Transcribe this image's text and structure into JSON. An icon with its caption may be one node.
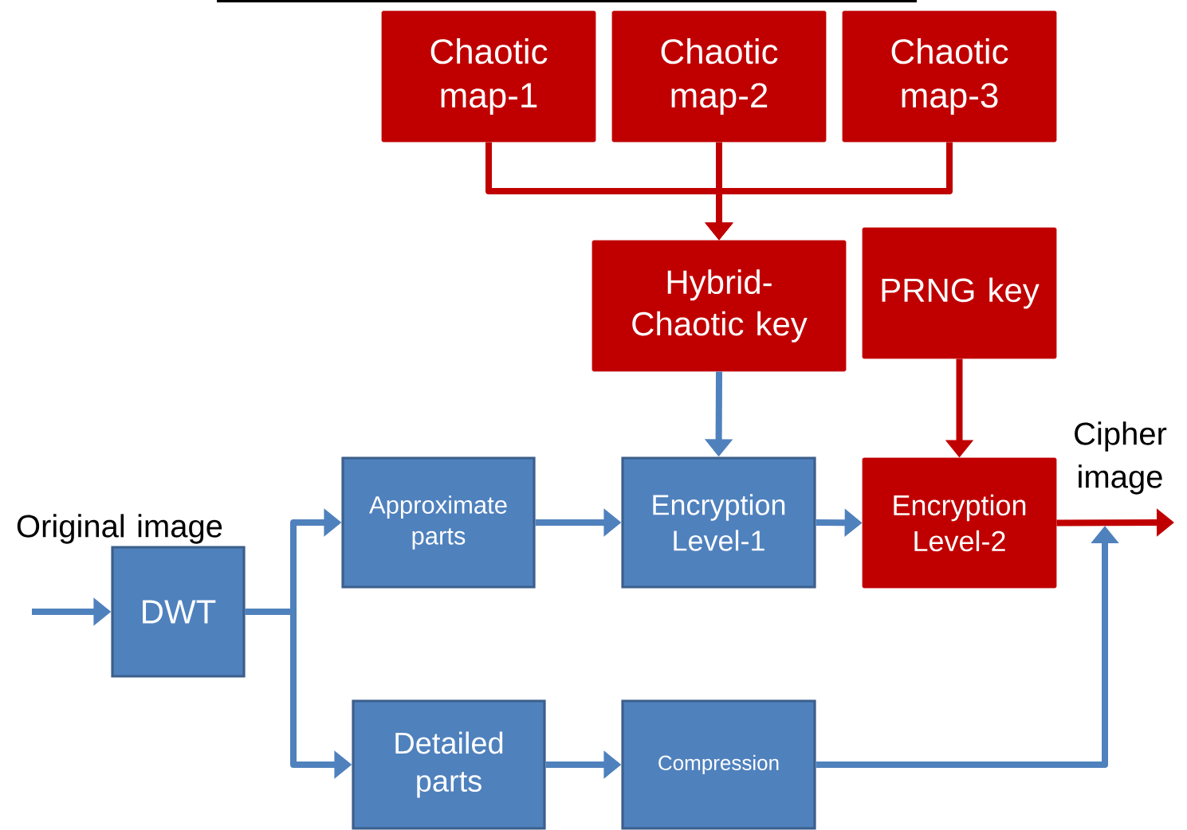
{
  "diagram": {
    "nodes": [
      {
        "text": [
          "Chaotic map-1"
        ]
      },
      {
        "text": [
          "Chaotic map-2"
        ]
      },
      {
        "text": [
          "Chaotic map-3"
        ]
      },
      {
        "text": [
          "Hybrid-Chaotic key"
        ]
      },
      {
        "text": [
          "PRNG key"
        ]
      },
      {
        "text": [
          "DWT"
        ]
      },
      {
        "text": [
          "Approximate parts"
        ]
      },
      {
        "text": [
          "Detailed parts"
        ]
      },
      {
        "text": [
          "Encryption Level-1"
        ]
      },
      {
        "text": [
          "Compression"
        ]
      },
      {
        "text": [
          "Encryption Level-2"
        ]
      }
    ],
    "edges": [
      {
        "from": 0,
        "to": 3,
        "arrow": "to",
        "color": "#c00000"
      },
      {
        "from": 1,
        "to": 3,
        "arrow": "to",
        "color": "#c00000"
      },
      {
        "from": 2,
        "to": 3,
        "arrow": "to",
        "color": "#c00000"
      },
      {
        "from": 3,
        "to": 8,
        "arrow": "to"
      },
      {
        "from": 4,
        "to": 10,
        "arrow": "to",
        "color": "#c00000"
      },
      {
        "from": null,
        "to": 5,
        "arrow": "to"
      },
      {
        "from": 5,
        "to": 6,
        "arrow": "to"
      },
      {
        "from": 5,
        "to": 7,
        "arrow": "to"
      },
      {
        "from": 6,
        "to": 8,
        "arrow": "to"
      },
      {
        "from": 7,
        "to": 9,
        "arrow": "to"
      },
      {
        "from": 8,
        "to": 10,
        "arrow": "to"
      },
      {
        "from": 10,
        "to": null,
        "arrow": "to",
        "color": "#c00000"
      },
      {
        "from": 9,
        "to": null,
        "arrow": "to"
      }
    ],
    "labels": [
      "Original image",
      "Cipher image"
    ]
  }
}
